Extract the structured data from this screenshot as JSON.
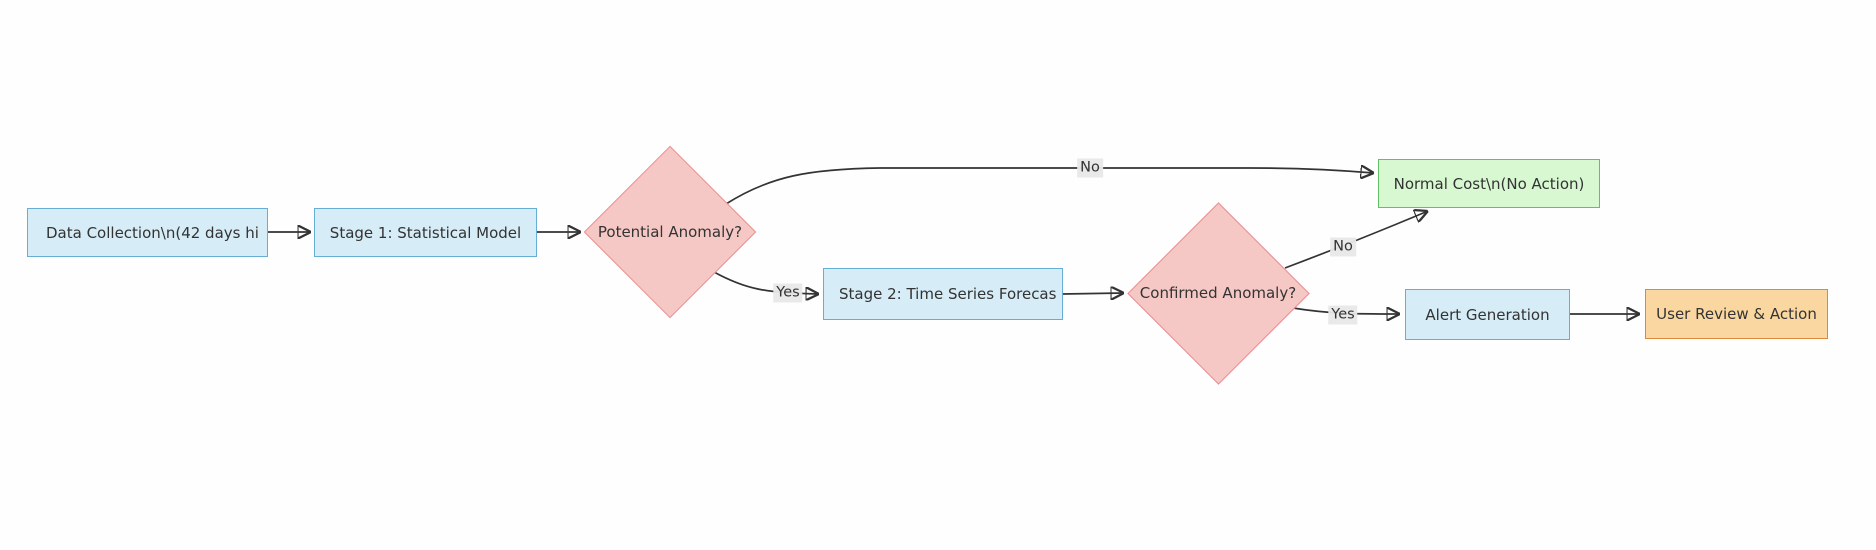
{
  "diagram": {
    "type": "flowchart",
    "direction": "left-to-right",
    "nodes": {
      "data_collection": {
        "label": "Data Collection\\n(42 days hi",
        "shape": "rect",
        "style": "process"
      },
      "stage1": {
        "label": "Stage 1: Statistical Model",
        "shape": "rect",
        "style": "process"
      },
      "potential": {
        "label": "Potential Anomaly?",
        "shape": "diamond",
        "style": "decision"
      },
      "stage2": {
        "label": "Stage 2: Time Series Forecas",
        "shape": "rect",
        "style": "process"
      },
      "confirmed": {
        "label": "Confirmed Anomaly?",
        "shape": "diamond",
        "style": "decision"
      },
      "normal": {
        "label": "Normal Cost\\n(No Action)",
        "shape": "rect",
        "style": "success"
      },
      "alert": {
        "label": "Alert Generation",
        "shape": "rect",
        "style": "process"
      },
      "review": {
        "label": "User Review & Action",
        "shape": "rect",
        "style": "action"
      }
    },
    "edges": [
      {
        "from": "data_collection",
        "to": "stage1",
        "label": ""
      },
      {
        "from": "stage1",
        "to": "potential",
        "label": ""
      },
      {
        "from": "potential",
        "to": "normal",
        "label": "No"
      },
      {
        "from": "potential",
        "to": "stage2",
        "label": "Yes"
      },
      {
        "from": "stage2",
        "to": "confirmed",
        "label": ""
      },
      {
        "from": "confirmed",
        "to": "normal",
        "label": "No"
      },
      {
        "from": "confirmed",
        "to": "alert",
        "label": "Yes"
      },
      {
        "from": "alert",
        "to": "review",
        "label": ""
      }
    ],
    "colors": {
      "process_fill": "#d6ecf7",
      "process_stroke": "#67aed4",
      "decision_fill": "#f5c8c5",
      "decision_stroke": "#ea8f8f",
      "success_fill": "#d8f8d2",
      "success_stroke": "#62c162",
      "action_fill": "#fad7a0",
      "action_stroke": "#dd8a3d",
      "edge_line": "#333333",
      "text": "#333333",
      "edge_label_bg": "#e8e8e8"
    }
  }
}
